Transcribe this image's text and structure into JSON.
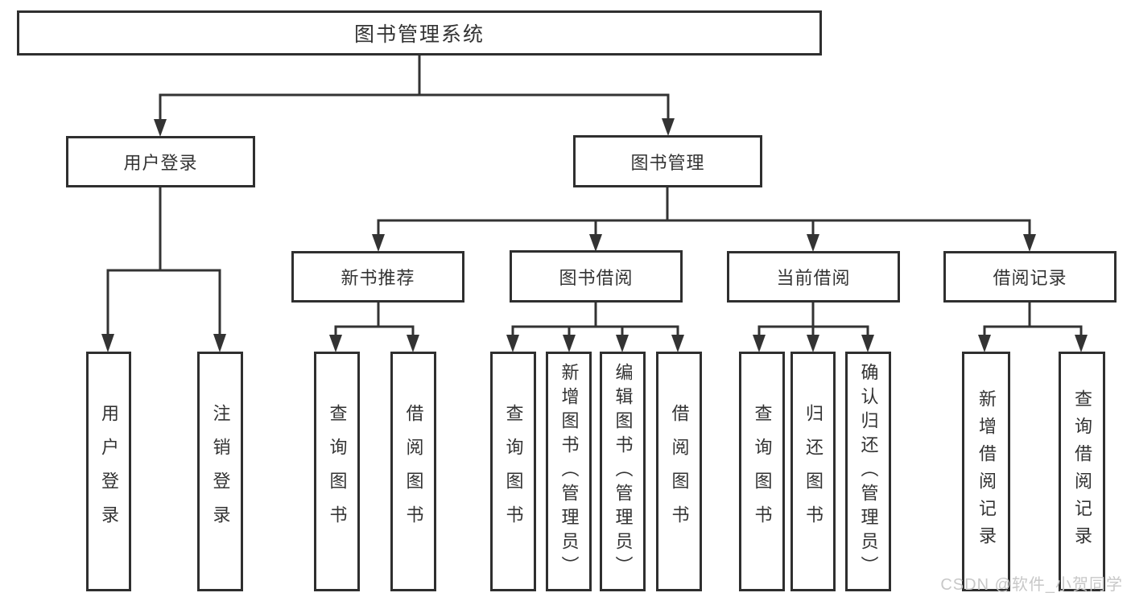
{
  "title": "图书管理系统",
  "level2": [
    {
      "label": "用户登录"
    },
    {
      "label": "图书管理"
    }
  ],
  "level3": [
    {
      "label": "新书推荐"
    },
    {
      "label": "图书借阅"
    },
    {
      "label": "当前借阅"
    },
    {
      "label": "借阅记录"
    }
  ],
  "leaves": {
    "user": [
      "用户登录",
      "注销登录"
    ],
    "newbook": [
      "查询图书",
      "借阅图书"
    ],
    "borrow": [
      "查询图书",
      "新增图书（管理员）",
      "编辑图书（管理员）",
      "借阅图书"
    ],
    "current": [
      "查询图书",
      "归还图书",
      "确认归还（管理员）"
    ],
    "records": [
      "新增借阅记录",
      "查询借阅记录"
    ]
  },
  "watermark": "CSDN @软件_小贺同学",
  "colors": {
    "line": "#333333",
    "border": "#2f2f2f",
    "text": "#333333",
    "watermark": "#c8c8c8",
    "background": "#ffffff"
  }
}
